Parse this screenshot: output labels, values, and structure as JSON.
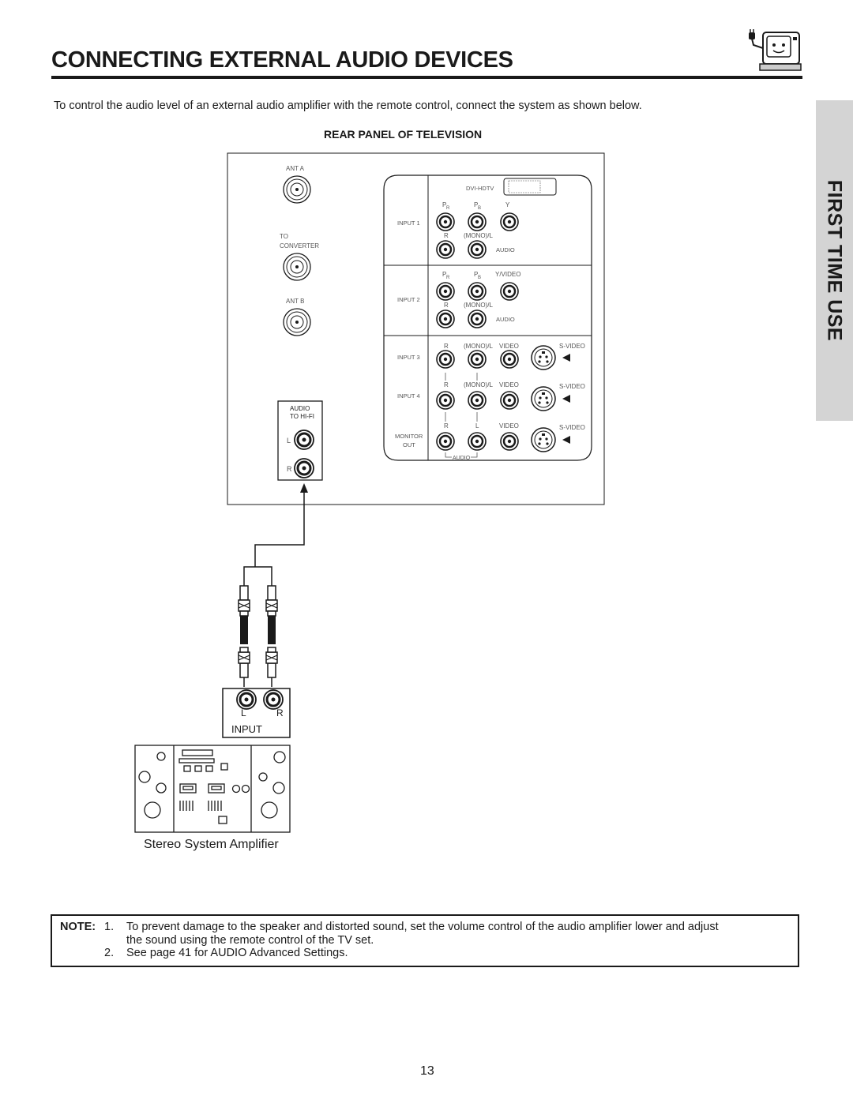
{
  "page": {
    "title": "CONNECTING EXTERNAL AUDIO DEVICES",
    "side_tab": "FIRST TIME USE",
    "intro": "To control the audio level of an external audio amplifier with the remote control, connect the system as shown below.",
    "panel_heading": "REAR PANEL OF TELEVISION",
    "page_number": "13"
  },
  "rear_panel": {
    "ant_a": "ANT A",
    "to_converter_1": "TO",
    "to_converter_2": "CONVERTER",
    "ant_b": "ANT B",
    "audio_to_hifi_1": "AUDIO",
    "audio_to_hifi_2": "TO HI-FI",
    "hifi_l": "L",
    "hifi_r": "R",
    "dvi_hdtv": "DVI-HDTV",
    "input1": "INPUT 1",
    "input2": "INPUT 2",
    "input3": "INPUT 3",
    "input4": "INPUT 4",
    "monitor_out_1": "MONITOR",
    "monitor_out_2": "OUT",
    "pr": "P",
    "pr_sub": "R",
    "pb": "P",
    "pb_sub": "B",
    "y": "Y",
    "y_video": "Y/VIDEO",
    "r": "R",
    "l": "L",
    "mono_l": "(MONO)/L",
    "video": "VIDEO",
    "s_video": "S-VIDEO",
    "audio": "AUDIO"
  },
  "amplifier": {
    "l": "L",
    "r": "R",
    "input": "INPUT",
    "caption": "Stereo System Amplifier"
  },
  "note": {
    "label": "NOTE:",
    "item1_num": "1.",
    "item1_line1": "To prevent damage to the speaker and distorted sound, set the volume control of the audio amplifier lower and adjust",
    "item1_line2": "the sound using the remote control of the TV set.",
    "item2_num": "2.",
    "item2_text": "See page 41 for AUDIO Advanced Settings."
  }
}
